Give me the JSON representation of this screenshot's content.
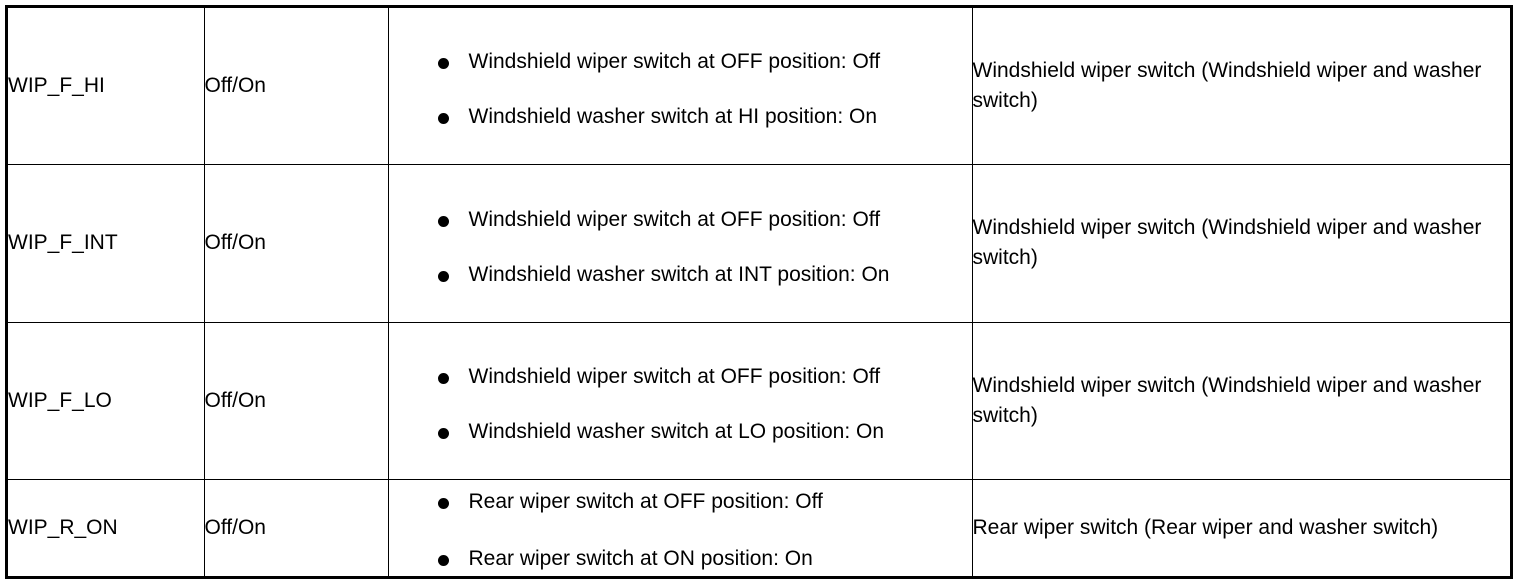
{
  "table": {
    "rows": [
      {
        "name": "WIP_F_HI",
        "value": "Off/On",
        "conditions": [
          "Windshield wiper switch at OFF position: Off",
          "Windshield washer switch at HI position: On"
        ],
        "check_item": "Windshield wiper switch (Windshield wiper and washer switch)"
      },
      {
        "name": "WIP_F_INT",
        "value": "Off/On",
        "conditions": [
          "Windshield wiper switch at OFF position: Off",
          "Windshield washer switch at INT position: On"
        ],
        "check_item": "Windshield wiper switch (Windshield wiper and washer switch)"
      },
      {
        "name": "WIP_F_LO",
        "value": "Off/On",
        "conditions": [
          "Windshield wiper switch at OFF position: Off",
          "Windshield washer switch at LO position: On"
        ],
        "check_item": "Windshield wiper switch (Windshield wiper and washer switch)"
      },
      {
        "name": "WIP_R_ON",
        "value": "Off/On",
        "conditions": [
          "Rear wiper switch at OFF position: Off",
          "Rear wiper switch at ON position: On"
        ],
        "check_item": "Rear wiper switch (Rear wiper and washer switch)"
      }
    ]
  }
}
